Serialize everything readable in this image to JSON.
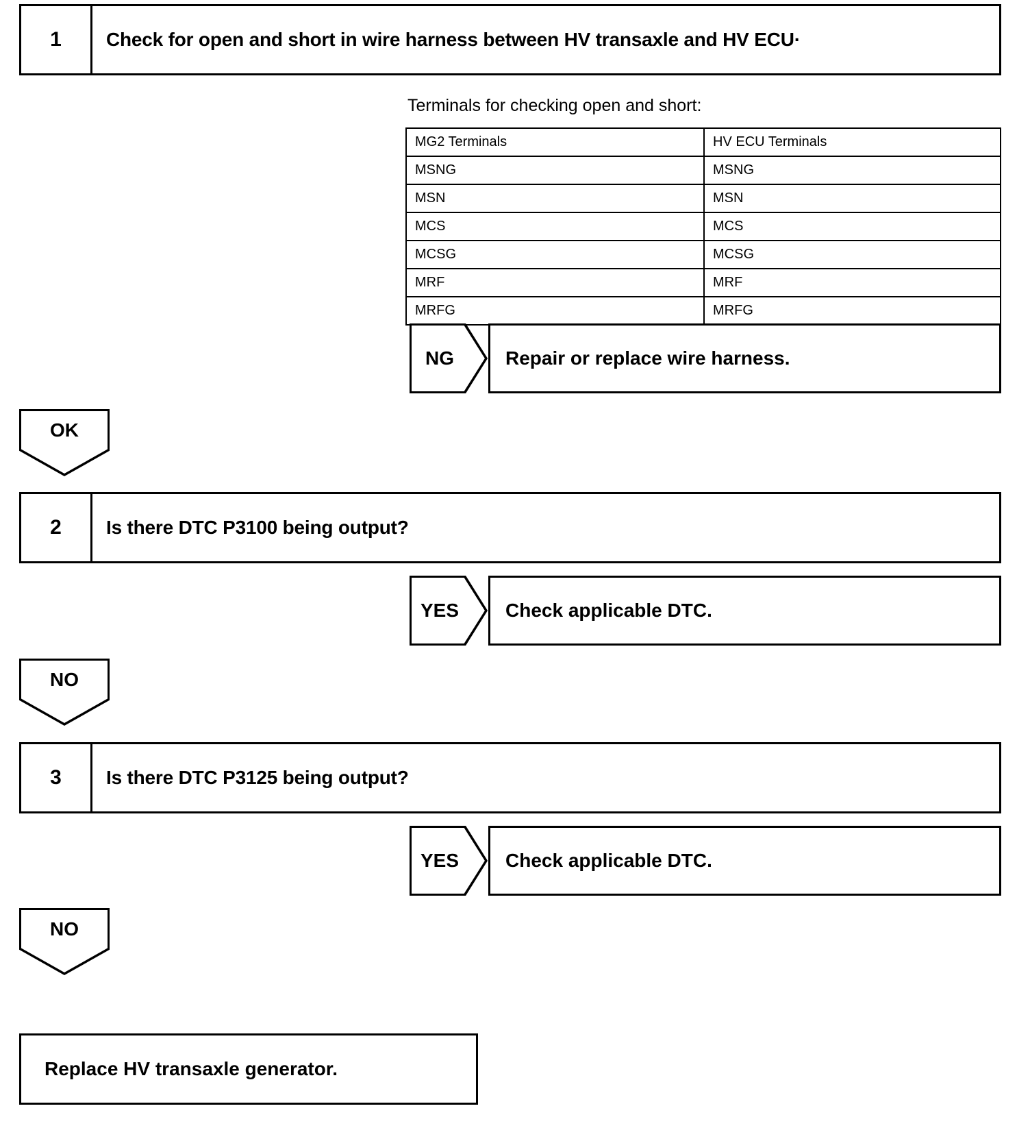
{
  "diagram": {
    "type": "diagnostic-flowchart",
    "title": "HV transaxle / HV ECU inspection procedure"
  },
  "steps": [
    {
      "number": "1",
      "title": "Check for open and short in wire harness between HV transaxle and HV ECU·"
    },
    {
      "number": "2",
      "title": "Is there DTC P3100 being output?"
    },
    {
      "number": "3",
      "title": "Is there DTC P3125 being output?"
    }
  ],
  "terminals": {
    "caption": "Terminals for checking open and short:",
    "headers": [
      "MG2 Terminals",
      "HV ECU Terminals"
    ],
    "rows": [
      [
        "MSNG",
        "MSNG"
      ],
      [
        "MSN",
        "MSN"
      ],
      [
        "MCS",
        "MCS"
      ],
      [
        "MCSG",
        "MCSG"
      ],
      [
        "MRF",
        "MRF"
      ],
      [
        "MRFG",
        "MRFG"
      ]
    ]
  },
  "results": [
    {
      "tag": "NG",
      "action": "Repair or replace wire harness."
    },
    {
      "tag": "YES",
      "action": "Check applicable DTC."
    },
    {
      "tag": "YES",
      "action": "Check applicable DTC."
    }
  ],
  "connectors": [
    {
      "label": "OK"
    },
    {
      "label": "NO"
    },
    {
      "label": "NO"
    }
  ],
  "final": {
    "action": "Replace HV transaxle generator."
  }
}
